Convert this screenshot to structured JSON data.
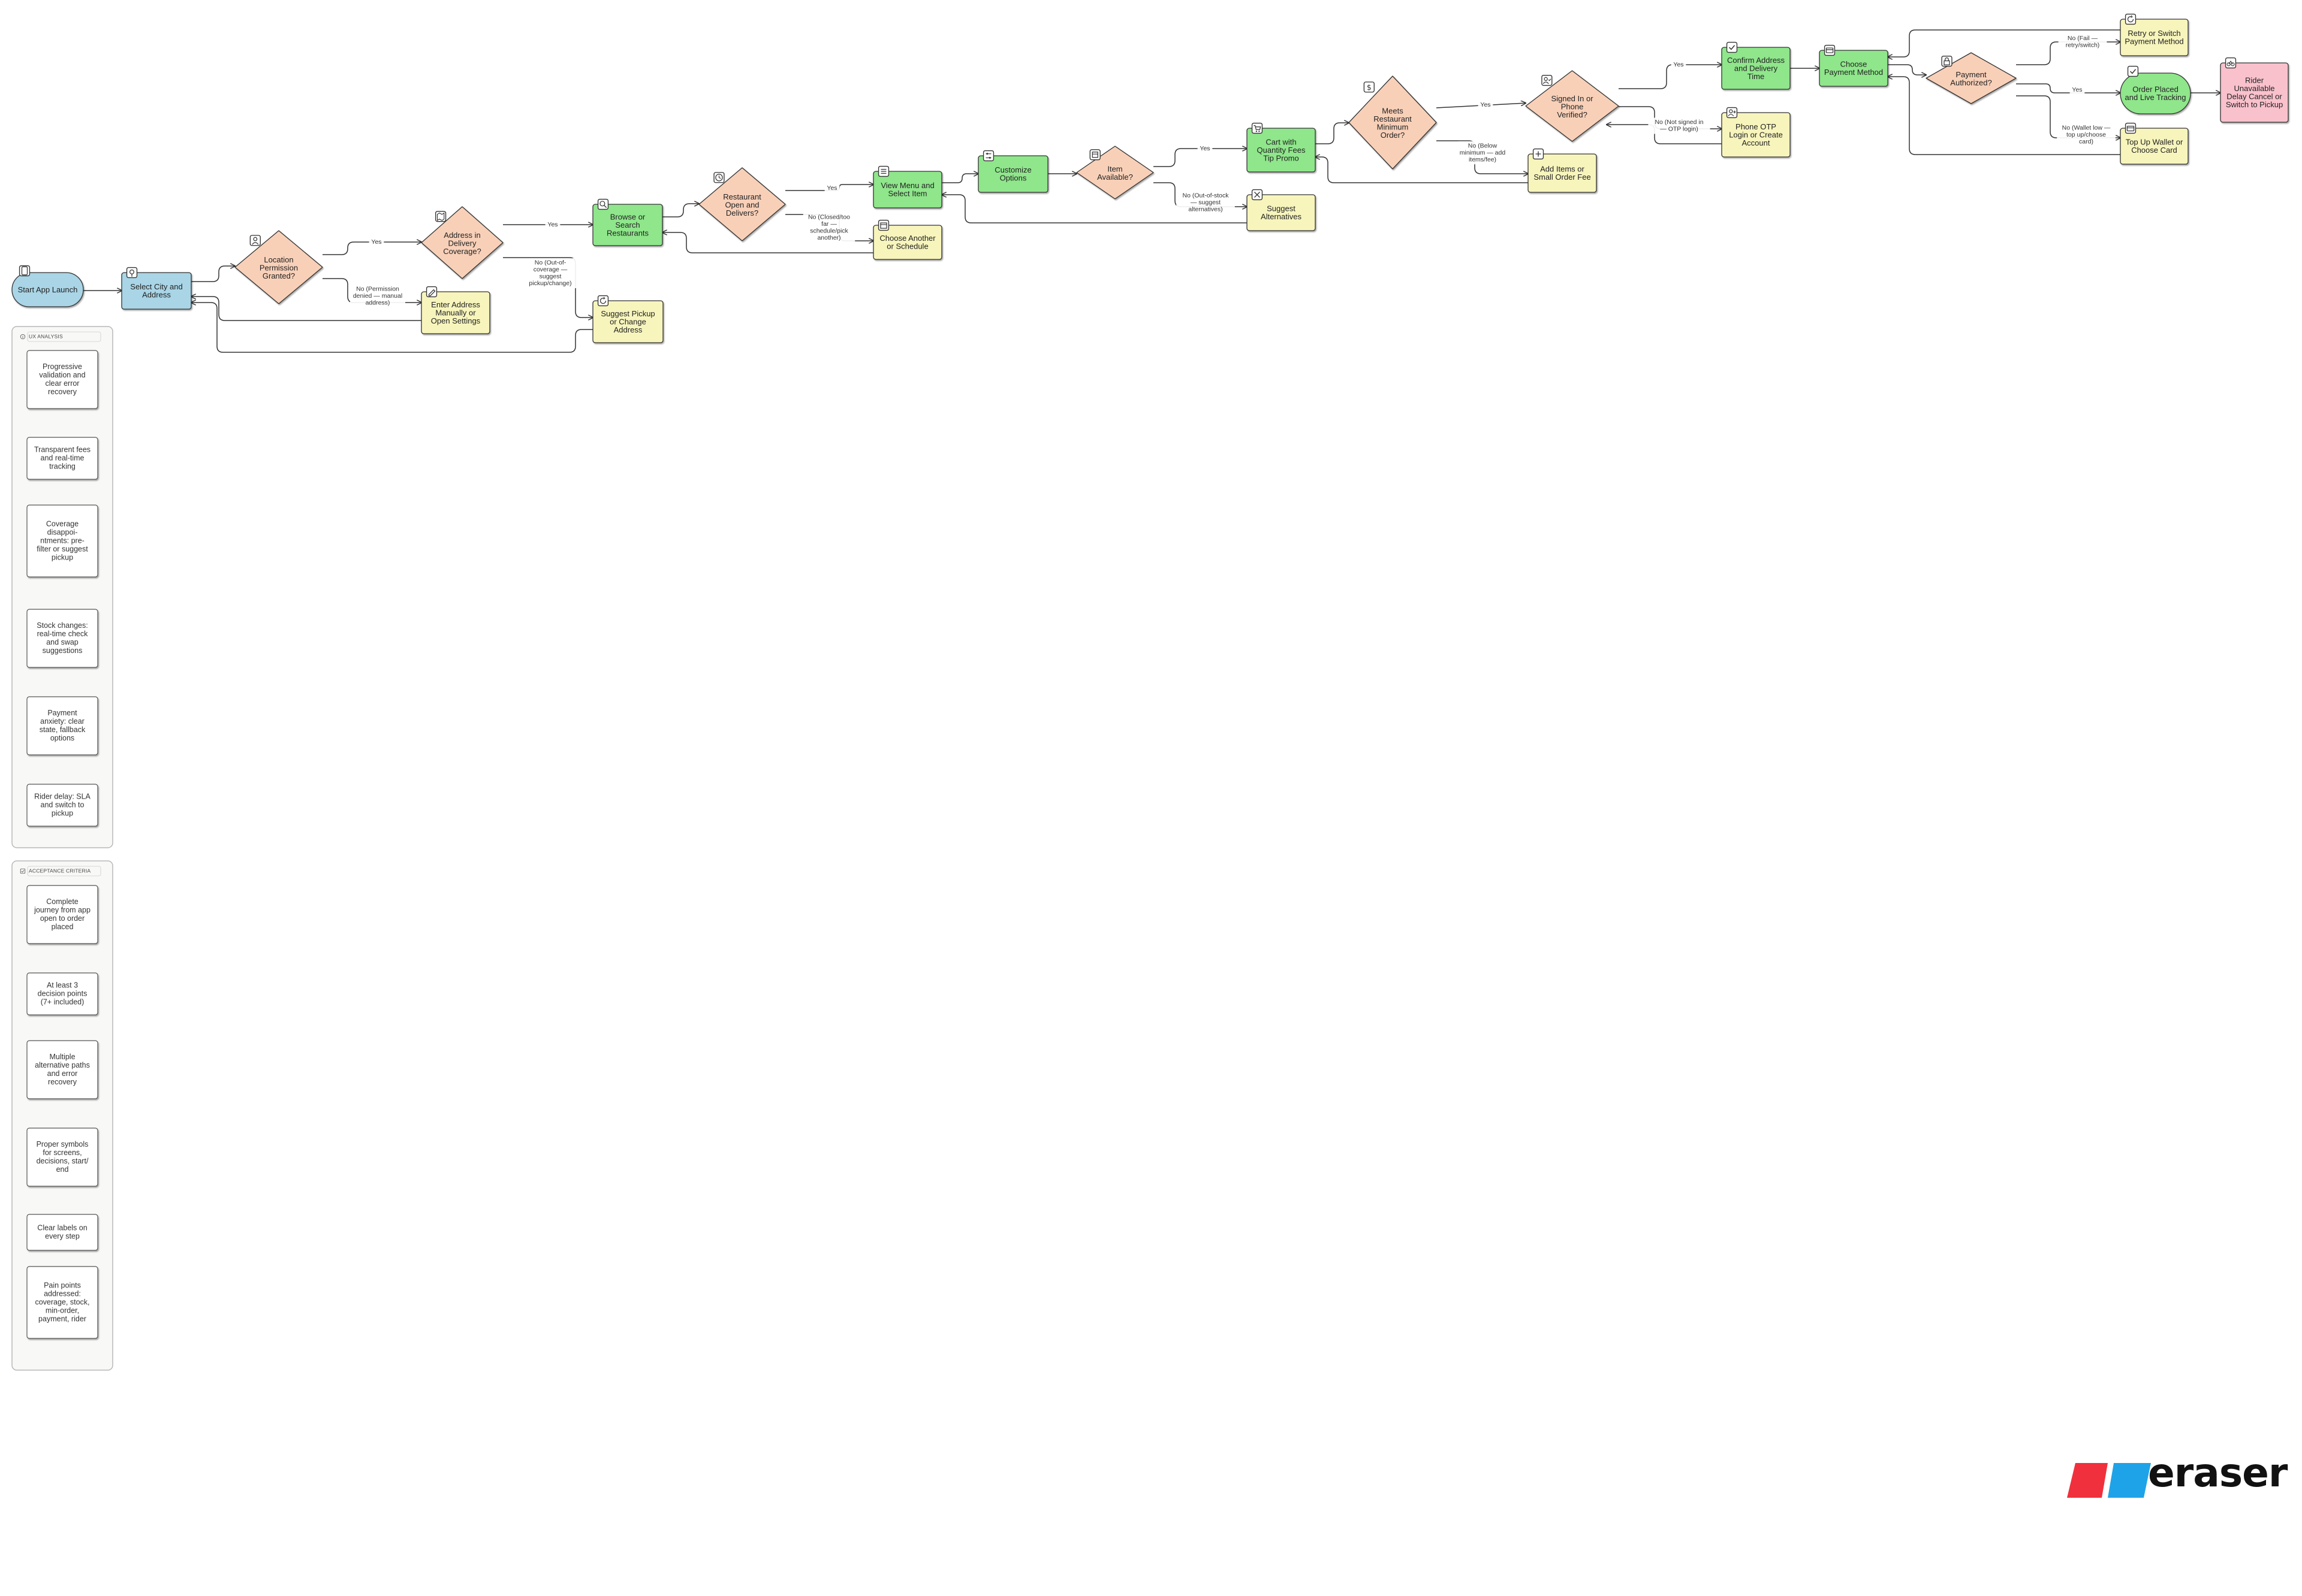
{
  "colors": {
    "start": "#a9d5e6",
    "screen": "#8fe68b",
    "decision": "#f8d0b8",
    "error": "#f7f5bc",
    "end": "#f9c1cc",
    "stroke": "#333333",
    "panel_border": "#b8b8b8"
  },
  "nodes": [
    {
      "id": "start",
      "shape": "terminal",
      "kind": "start",
      "icon": "phone-icon",
      "lines": [
        "Start App Launch"
      ]
    },
    {
      "id": "city",
      "shape": "rect",
      "kind": "start",
      "icon": "pin-icon",
      "lines": [
        "Select City and",
        "Address"
      ]
    },
    {
      "id": "loc",
      "shape": "diamond",
      "kind": "decision",
      "icon": "person-icon",
      "lines": [
        "Location",
        "Permission",
        "Granted?"
      ]
    },
    {
      "id": "manual",
      "shape": "rect",
      "kind": "error",
      "icon": "edit-icon",
      "lines": [
        "Enter Address",
        "Manually or",
        "Open Settings"
      ]
    },
    {
      "id": "coverage",
      "shape": "diamond",
      "kind": "decision",
      "icon": "map-icon",
      "lines": [
        "Address in",
        "Delivery",
        "Coverage?"
      ]
    },
    {
      "id": "browse",
      "shape": "rect",
      "kind": "screen",
      "icon": "search-icon",
      "lines": [
        "Browse or",
        "Search",
        "Restaurants"
      ]
    },
    {
      "id": "pickup",
      "shape": "rect",
      "kind": "error",
      "icon": "refresh-icon",
      "lines": [
        "Suggest Pickup",
        "or Change",
        "Address"
      ]
    },
    {
      "id": "open",
      "shape": "diamond",
      "kind": "decision",
      "icon": "clock-icon",
      "lines": [
        "Restaurant",
        "Open and",
        "Delivers?"
      ]
    },
    {
      "id": "menu",
      "shape": "rect",
      "kind": "screen",
      "icon": "menu-icon",
      "lines": [
        "View Menu and",
        "Select Item"
      ]
    },
    {
      "id": "another",
      "shape": "rect",
      "kind": "error",
      "icon": "calendar-icon",
      "lines": [
        "Choose Another",
        "or Schedule"
      ]
    },
    {
      "id": "customize",
      "shape": "rect",
      "kind": "screen",
      "icon": "sliders-icon",
      "lines": [
        "Customize",
        "Options"
      ]
    },
    {
      "id": "item",
      "shape": "diamond",
      "kind": "decision",
      "icon": "box-icon",
      "lines": [
        "Item",
        "Available?"
      ]
    },
    {
      "id": "cart",
      "shape": "rect",
      "kind": "screen",
      "icon": "cart-icon",
      "lines": [
        "Cart with",
        "Quantity Fees",
        "Tip Promo"
      ]
    },
    {
      "id": "alt",
      "shape": "rect",
      "kind": "error",
      "icon": "swap-icon",
      "lines": [
        "Suggest",
        "Alternatives"
      ]
    },
    {
      "id": "minorder",
      "shape": "diamond",
      "kind": "decision",
      "icon": "dollar-icon",
      "lines": [
        "Meets",
        "Restaurant",
        "Minimum",
        "Order?"
      ]
    },
    {
      "id": "additems",
      "shape": "rect",
      "kind": "error",
      "icon": "plus-icon",
      "lines": [
        "Add Items or",
        "Small Order Fee"
      ]
    },
    {
      "id": "signed",
      "shape": "diamond",
      "kind": "decision",
      "icon": "user-check-icon",
      "lines": [
        "Signed In or",
        "Phone",
        "Verified?"
      ]
    },
    {
      "id": "otp",
      "shape": "rect",
      "kind": "error",
      "icon": "user-plus-icon",
      "lines": [
        "Phone OTP",
        "Login or Create",
        "Account"
      ]
    },
    {
      "id": "confirm",
      "shape": "rect",
      "kind": "screen",
      "icon": "check-icon",
      "lines": [
        "Confirm Address",
        "and Delivery",
        "Time"
      ]
    },
    {
      "id": "pay",
      "shape": "rect",
      "kind": "screen",
      "icon": "card-icon",
      "lines": [
        "Choose",
        "Payment Method"
      ]
    },
    {
      "id": "auth",
      "shape": "diamond",
      "kind": "decision",
      "icon": "lock-icon",
      "lines": [
        "Payment",
        "Authorized?"
      ]
    },
    {
      "id": "retry",
      "shape": "rect",
      "kind": "error",
      "icon": "retry-icon",
      "lines": [
        "Retry or Switch",
        "Payment Method"
      ]
    },
    {
      "id": "placed",
      "shape": "terminal",
      "kind": "screen",
      "icon": "check-circle-icon",
      "lines": [
        "Order Placed",
        "and Live Tracking"
      ]
    },
    {
      "id": "topup",
      "shape": "rect",
      "kind": "error",
      "icon": "wallet-icon",
      "lines": [
        "Top Up Wallet or",
        "Choose Card"
      ]
    },
    {
      "id": "rider",
      "shape": "rect",
      "kind": "end",
      "icon": "bike-icon",
      "lines": [
        "Rider",
        "Unavailable",
        "Delay Cancel or",
        "Switch to Pickup"
      ]
    }
  ],
  "edges": [
    {
      "from": "start",
      "to": "city",
      "lines": []
    },
    {
      "from": "city",
      "to": "loc",
      "lines": []
    },
    {
      "from": "loc",
      "to": "coverage",
      "lines": [
        "Yes"
      ]
    },
    {
      "from": "loc",
      "to": "manual",
      "lines": [
        "No (Permission",
        "denied — manual",
        "address)"
      ]
    },
    {
      "from": "manual",
      "to": "city",
      "lines": []
    },
    {
      "from": "coverage",
      "to": "browse",
      "lines": [
        "Yes"
      ]
    },
    {
      "from": "coverage",
      "to": "pickup",
      "lines": [
        "No (Out-of-",
        "coverage —",
        "suggest",
        "pickup/change)"
      ]
    },
    {
      "from": "pickup",
      "to": "city",
      "lines": []
    },
    {
      "from": "browse",
      "to": "open",
      "lines": []
    },
    {
      "from": "open",
      "to": "menu",
      "lines": [
        "Yes"
      ]
    },
    {
      "from": "open",
      "to": "another",
      "lines": [
        "No (Closed/too",
        "far —",
        "schedule/pick",
        "another)"
      ]
    },
    {
      "from": "another",
      "to": "browse",
      "lines": []
    },
    {
      "from": "menu",
      "to": "customize",
      "lines": []
    },
    {
      "from": "customize",
      "to": "item",
      "lines": []
    },
    {
      "from": "item",
      "to": "cart",
      "lines": [
        "Yes"
      ]
    },
    {
      "from": "item",
      "to": "alt",
      "lines": [
        "No (Out-of-stock",
        "— suggest",
        "alternatives)"
      ]
    },
    {
      "from": "alt",
      "to": "menu",
      "lines": []
    },
    {
      "from": "cart",
      "to": "minorder",
      "lines": []
    },
    {
      "from": "minorder",
      "to": "signed",
      "lines": [
        "Yes"
      ]
    },
    {
      "from": "minorder",
      "to": "additems",
      "lines": [
        "No (Below",
        "minimum — add",
        "items/fee)"
      ]
    },
    {
      "from": "additems",
      "to": "cart",
      "lines": []
    },
    {
      "from": "signed",
      "to": "confirm",
      "lines": [
        "Yes"
      ]
    },
    {
      "from": "signed",
      "to": "otp",
      "lines": [
        "No (Not signed in",
        "— OTP login)"
      ]
    },
    {
      "from": "otp",
      "to": "signed",
      "lines": []
    },
    {
      "from": "confirm",
      "to": "pay",
      "lines": []
    },
    {
      "from": "pay",
      "to": "auth",
      "lines": []
    },
    {
      "from": "auth",
      "to": "retry",
      "lines": [
        "No (Fail —",
        "retry/switch)"
      ]
    },
    {
      "from": "auth",
      "to": "placed",
      "lines": [
        "Yes"
      ]
    },
    {
      "from": "auth",
      "to": "topup",
      "lines": [
        "No (Wallet low —",
        "top up/choose",
        "card)"
      ]
    },
    {
      "from": "retry",
      "to": "pay",
      "lines": []
    },
    {
      "from": "topup",
      "to": "pay",
      "lines": []
    },
    {
      "from": "placed",
      "to": "rider",
      "lines": []
    }
  ],
  "panels": [
    {
      "id": "ux",
      "title": "UX ANALYSIS",
      "icon": "info-icon",
      "cards": [
        [
          "Progressive",
          "validation and",
          "clear error",
          "recovery"
        ],
        [
          "Transparent fees",
          "and real-time",
          "tracking"
        ],
        [
          "Coverage",
          "disappoi-",
          "ntments: pre-",
          "filter or suggest",
          "pickup"
        ],
        [
          "Stock changes:",
          "real-time check",
          "and swap",
          "suggestions"
        ],
        [
          "Payment",
          "anxiety: clear",
          "state, fallback",
          "options"
        ],
        [
          "Rider delay: SLA",
          "and switch to",
          "pickup"
        ]
      ]
    },
    {
      "id": "ac",
      "title": "ACCEPTANCE CRITERIA",
      "icon": "checkbox-icon",
      "cards": [
        [
          "Complete",
          "journey from app",
          "open to order",
          "placed"
        ],
        [
          "At least 3",
          "decision points",
          "(7+ included)"
        ],
        [
          "Multiple",
          "alternative paths",
          "and error",
          "recovery"
        ],
        [
          "Proper symbols",
          "for screens,",
          "decisions, start/",
          "end"
        ],
        [
          "Clear labels on",
          "every step"
        ],
        [
          "Pain points",
          "addressed:",
          "coverage, stock,",
          "min-order,",
          "payment, rider"
        ]
      ]
    }
  ],
  "logo": {
    "text": "eraser",
    "colors": [
      "#f0303c",
      "#1fa3e8"
    ]
  }
}
